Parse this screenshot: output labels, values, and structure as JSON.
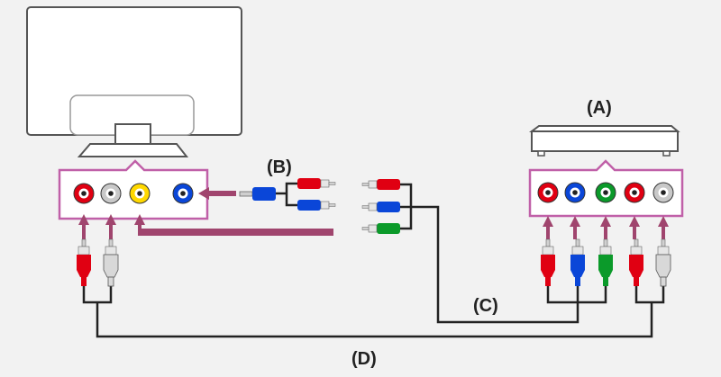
{
  "labels": {
    "a": "(A)",
    "b": "(B)",
    "c": "(C)",
    "d": "(D)"
  },
  "colors": {
    "background": "#f2f2f2",
    "device_fill": "#ffffff",
    "device_outline": "#555555",
    "panel_outline": "#c060a8",
    "arrow": "#a0456e",
    "cable": "#222222",
    "jack_red": "#e00012",
    "jack_white": "#c8c8c8",
    "jack_yellow": "#ffd800",
    "jack_blue": "#0a46d8",
    "jack_green": "#0b9a2a",
    "plug_red": "#e00012",
    "plug_white": "#d8d8d8",
    "plug_blue": "#0a46d8",
    "plug_green": "#0b9a2a"
  },
  "tv_panel_jacks": [
    {
      "color": "red",
      "icon": "red-jack-icon"
    },
    {
      "color": "white",
      "icon": "white-jack-icon"
    },
    {
      "color": "yellow",
      "icon": "yellow-jack-icon"
    },
    {
      "color": "blue",
      "icon": "blue-jack-icon"
    }
  ],
  "device_a_jacks": [
    {
      "color": "red",
      "icon": "red-jack-icon"
    },
    {
      "color": "blue",
      "icon": "blue-jack-icon"
    },
    {
      "color": "green",
      "icon": "green-jack-icon"
    },
    {
      "color": "red",
      "icon": "red-jack-icon"
    },
    {
      "color": "white",
      "icon": "white-jack-icon"
    }
  ],
  "adapter_b_plugs": [
    {
      "color": "red",
      "icon": "red-plug-icon"
    },
    {
      "color": "blue",
      "icon": "blue-plug-icon"
    }
  ],
  "cable_c_plugs_left": [
    {
      "color": "red",
      "icon": "red-plug-icon"
    },
    {
      "color": "blue",
      "icon": "blue-plug-icon"
    },
    {
      "color": "green",
      "icon": "green-plug-icon"
    }
  ],
  "cable_c_plugs_right": [
    {
      "color": "red",
      "icon": "red-plug-icon"
    },
    {
      "color": "blue",
      "icon": "blue-plug-icon"
    },
    {
      "color": "green",
      "icon": "green-plug-icon"
    }
  ],
  "cable_d_plugs_left": [
    {
      "color": "red",
      "icon": "red-plug-icon"
    },
    {
      "color": "white",
      "icon": "white-plug-icon"
    }
  ],
  "cable_d_plugs_right": [
    {
      "color": "red",
      "icon": "red-plug-icon"
    },
    {
      "color": "white",
      "icon": "white-plug-icon"
    }
  ]
}
